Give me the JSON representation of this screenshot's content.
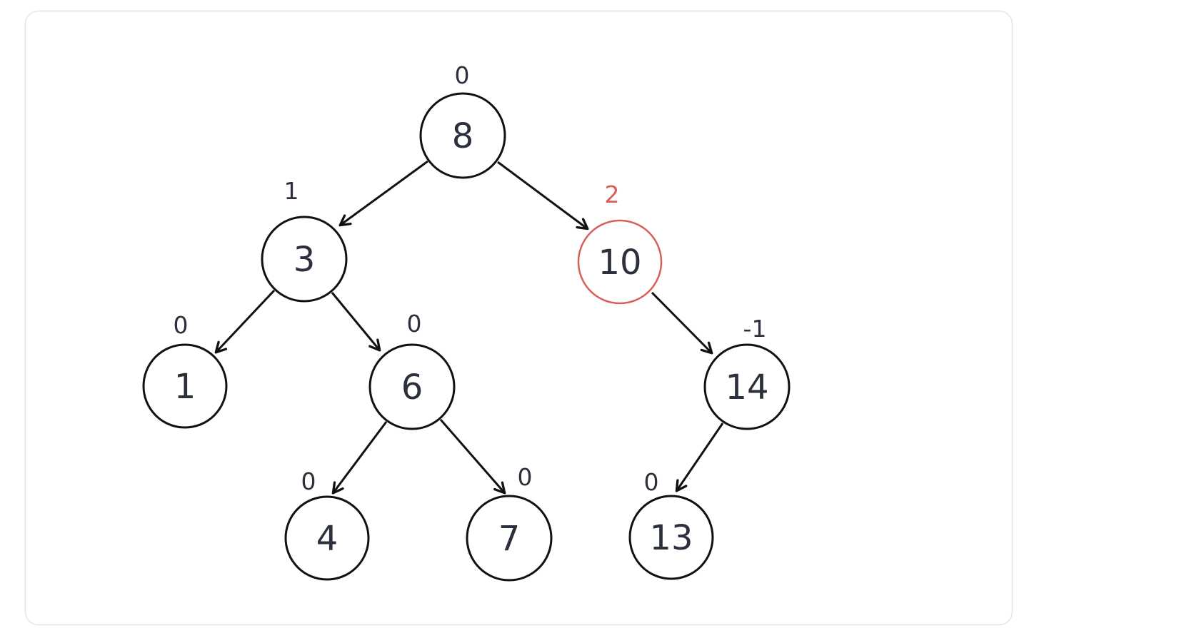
{
  "diagram": {
    "type": "binary-tree",
    "description": "Binary search tree drawn with balance factors above each node; node 10 is highlighted as unbalanced",
    "nodes": [
      {
        "value": "8",
        "balance": "0",
        "highlighted": false
      },
      {
        "value": "3",
        "balance": "1",
        "highlighted": false
      },
      {
        "value": "10",
        "balance": "2",
        "highlighted": true
      },
      {
        "value": "1",
        "balance": "0",
        "highlighted": false
      },
      {
        "value": "6",
        "balance": "0",
        "highlighted": false
      },
      {
        "value": "14",
        "balance": "-1",
        "highlighted": false
      },
      {
        "value": "4",
        "balance": "0",
        "highlighted": false
      },
      {
        "value": "7",
        "balance": "0",
        "highlighted": false
      },
      {
        "value": "13",
        "balance": "0",
        "highlighted": false
      }
    ],
    "edges": [
      {
        "from": "8",
        "to": "3"
      },
      {
        "from": "8",
        "to": "10"
      },
      {
        "from": "3",
        "to": "1"
      },
      {
        "from": "3",
        "to": "6"
      },
      {
        "from": "6",
        "to": "4"
      },
      {
        "from": "6",
        "to": "7"
      },
      {
        "from": "10",
        "to": "14"
      },
      {
        "from": "14",
        "to": "13"
      }
    ],
    "colors": {
      "node_stroke": "#111114",
      "node_fill": "#ffffff",
      "node_text": "#2b303c",
      "label_text": "#2b303c",
      "highlight": "#d75f5c",
      "edge": "#111114",
      "card_border": "#e2e4e9",
      "card_background": "#ffffff",
      "page_background": "#ffffff"
    }
  }
}
